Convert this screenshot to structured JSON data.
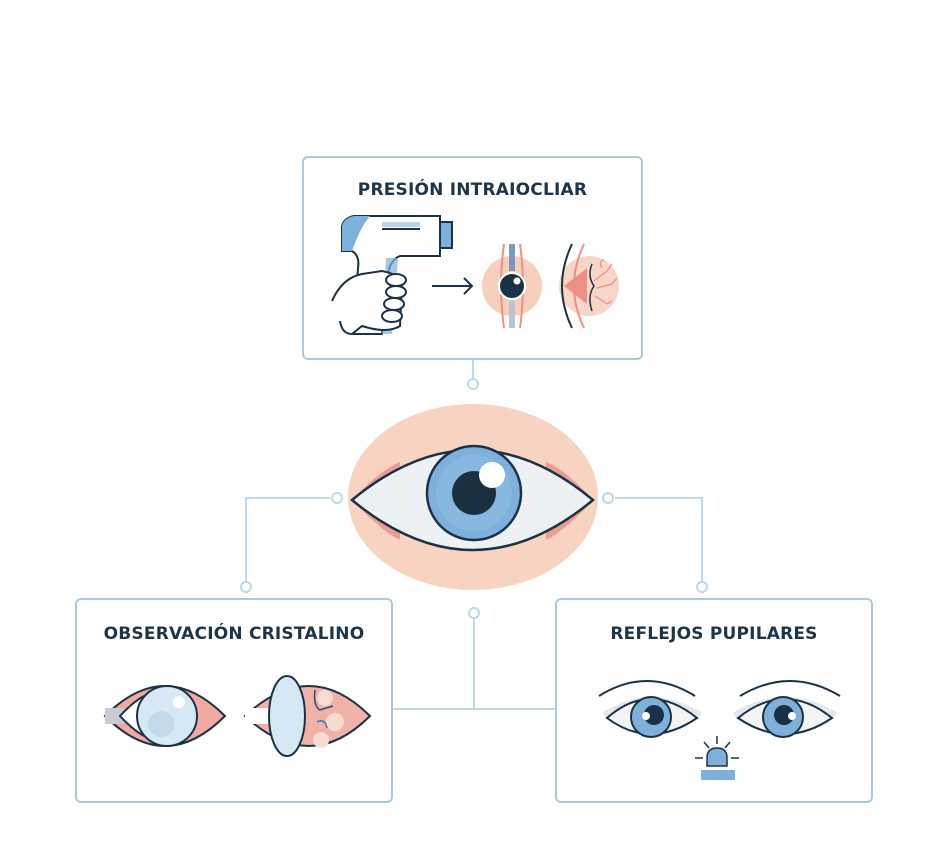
{
  "diagram": {
    "center": {
      "label": "eye-central"
    },
    "nodes": [
      {
        "id": "top",
        "title": "PRESIÓN INTRAIOCLIAR"
      },
      {
        "id": "left",
        "title": "OBSERVACIÓN CRISTALINO"
      },
      {
        "id": "right",
        "title": "REFLEJOS PUPILARES"
      }
    ]
  },
  "colors": {
    "connector": "#b9d6ea",
    "border": "#a9c9e2",
    "title": "#1d3547",
    "outline": "#1b3246",
    "iris": "#7fb0db",
    "skin": "#f7cfbd",
    "pink": "#ee9f98"
  }
}
